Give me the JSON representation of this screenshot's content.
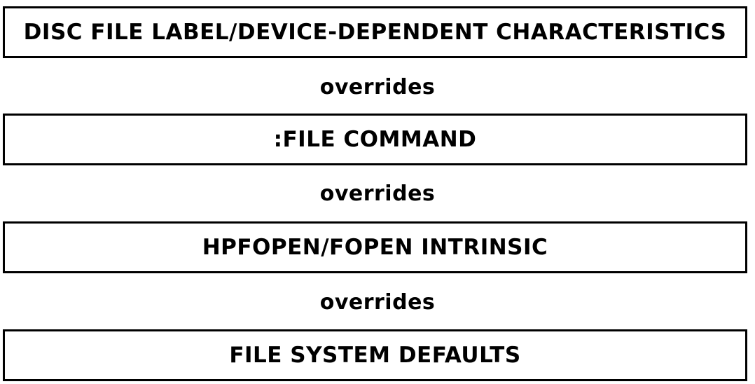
{
  "diagram": {
    "levels": [
      {
        "label": "DISC FILE LABEL/DEVICE-DEPENDENT CHARACTERISTICS"
      },
      {
        "label": ":FILE COMMAND"
      },
      {
        "label": "HPFOPEN/FOPEN INTRINSIC"
      },
      {
        "label": "FILE SYSTEM DEFAULTS"
      }
    ],
    "connectors": [
      {
        "label": "overrides"
      },
      {
        "label": "overrides"
      },
      {
        "label": "overrides"
      }
    ],
    "colors": {
      "ink": "#000000",
      "background": "#ffffff"
    }
  }
}
